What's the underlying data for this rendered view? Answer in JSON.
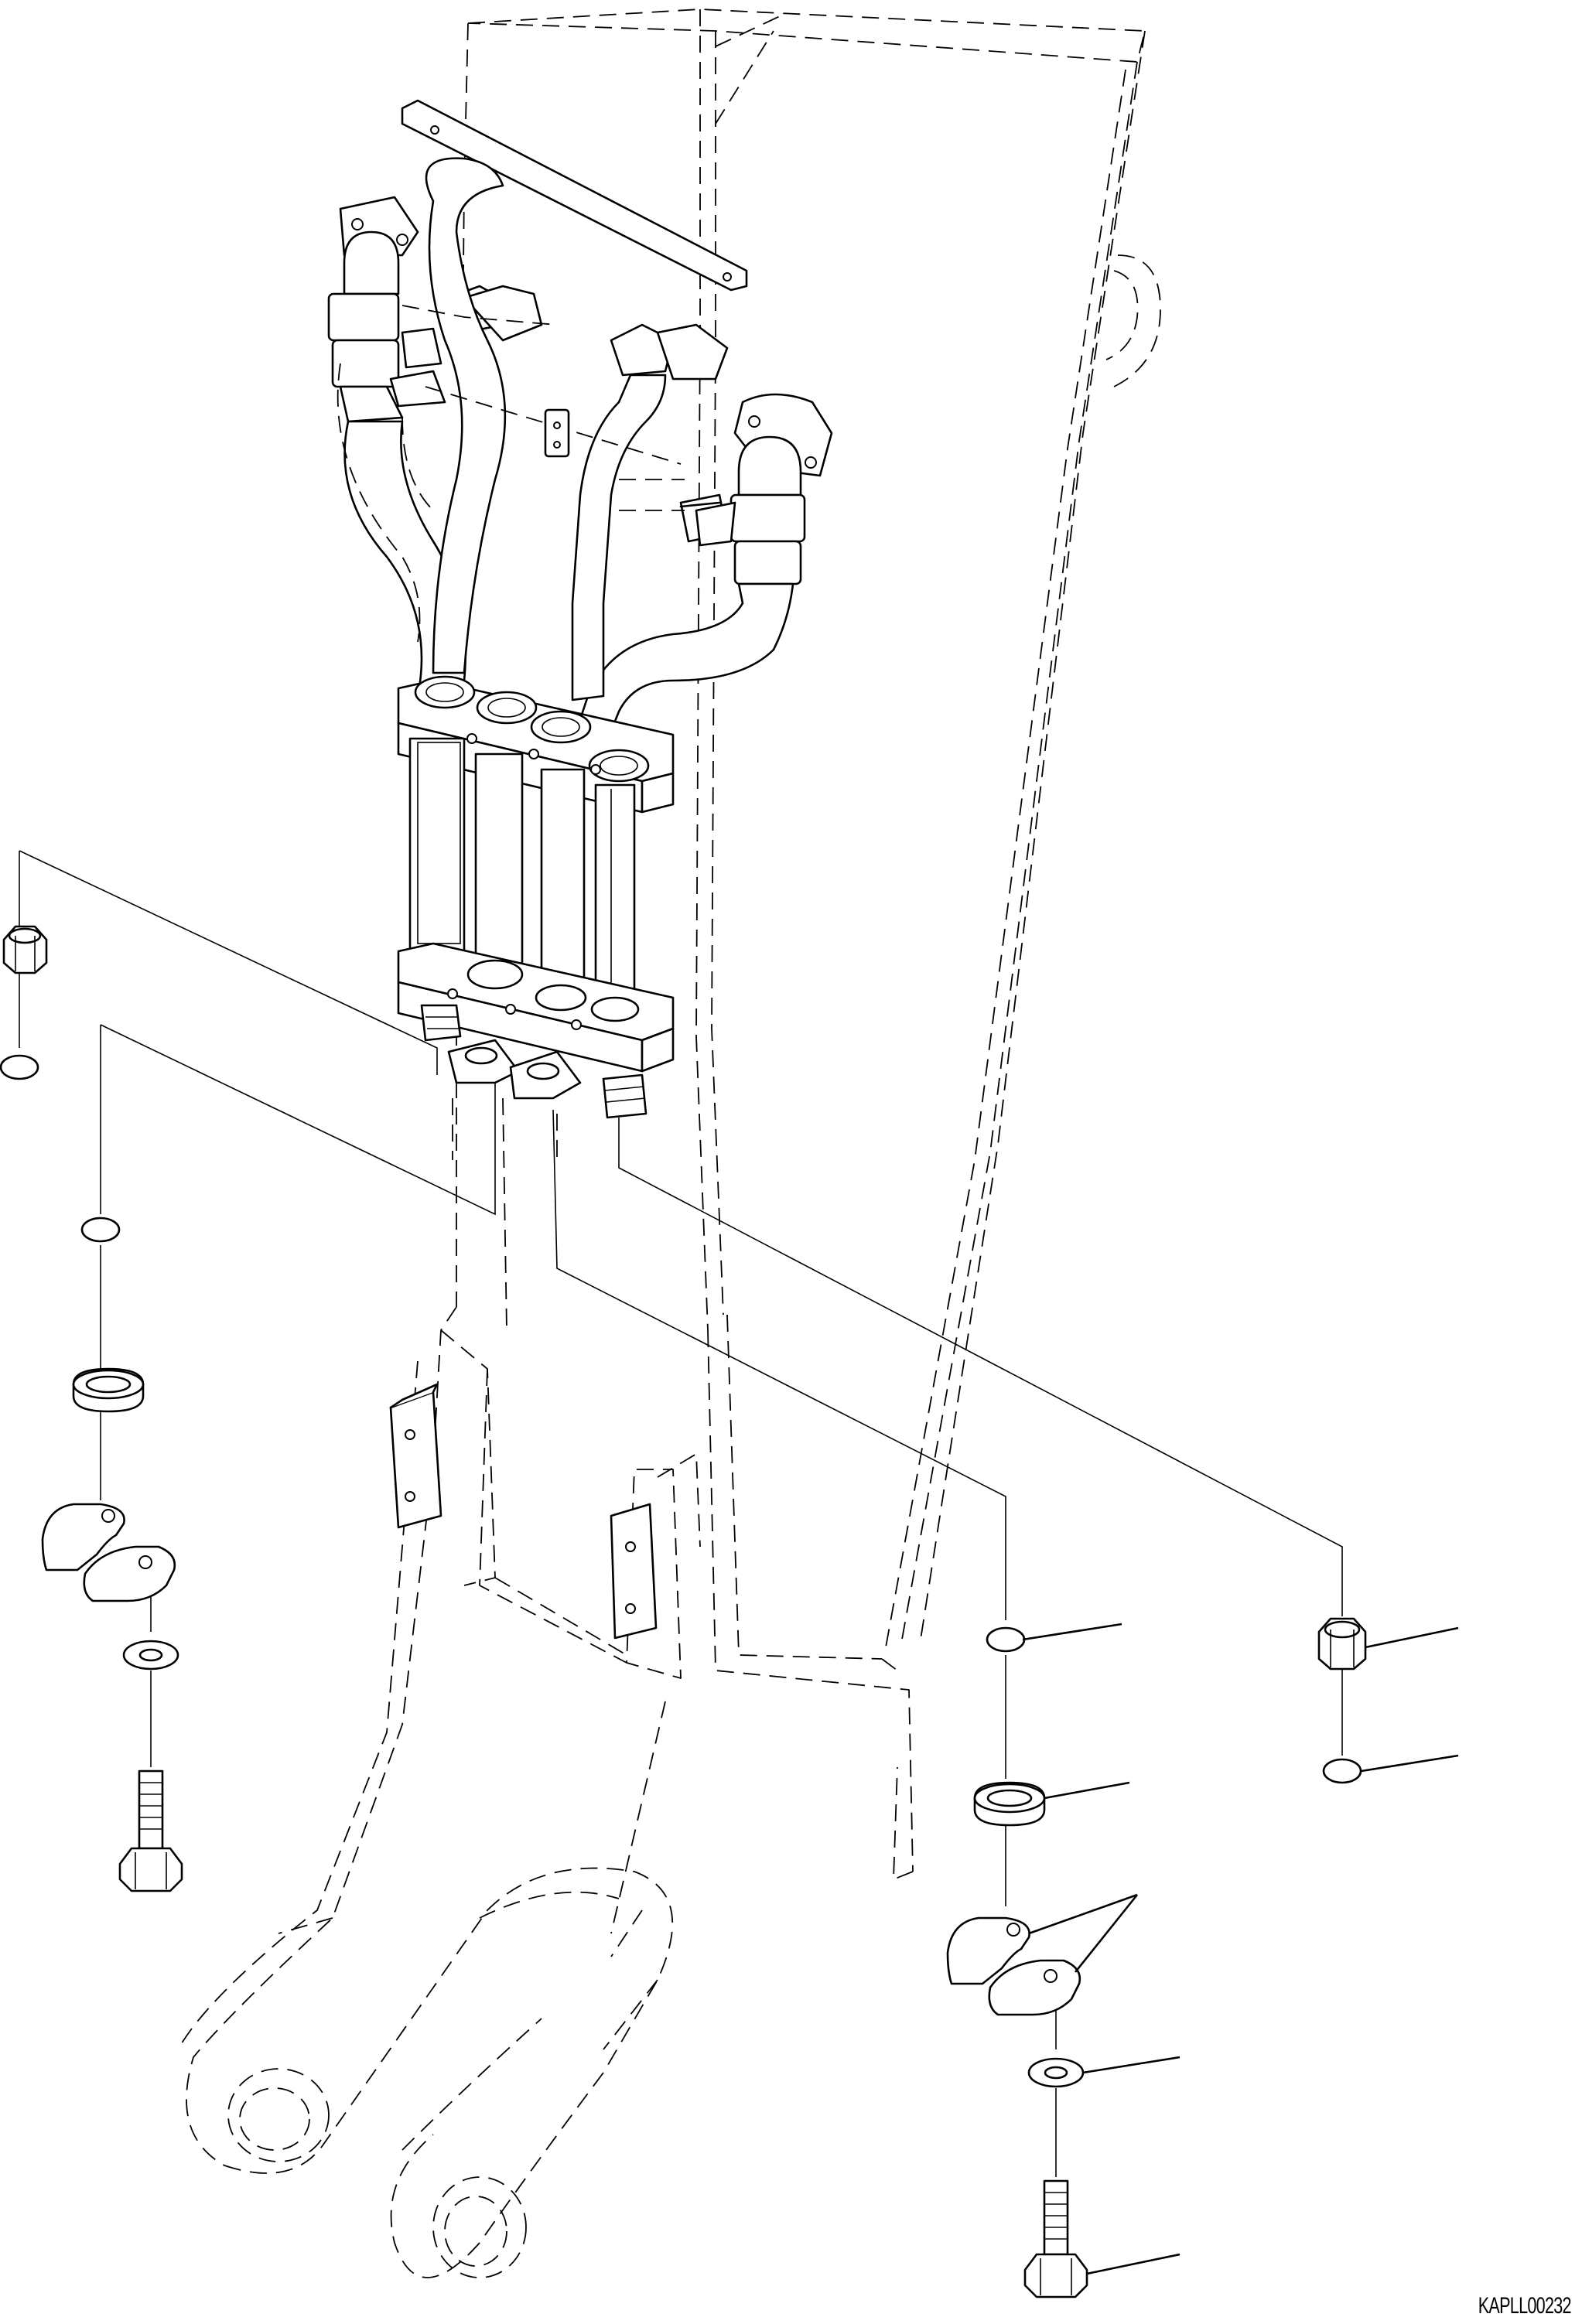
{
  "figure": {
    "drawing_code": "KAPLL00232"
  },
  "parts": {
    "upper_fittings": [
      "nut",
      "o-ring",
      "o-ring",
      "o-ring",
      "split-flange",
      "washer",
      "bolt"
    ],
    "lower_right_fittings": [
      "o-ring",
      "o-ring",
      "split-flange",
      "washer",
      "bolt",
      "nut",
      "o-ring"
    ]
  },
  "style": {
    "line_color": "#000000",
    "background": "#ffffff"
  }
}
